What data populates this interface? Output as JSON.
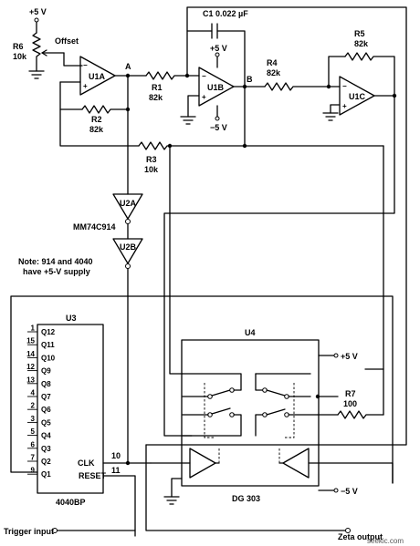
{
  "labels": {
    "supply_top": "+5 V",
    "r6": "R6",
    "r6_val": "10k",
    "offset": "Offset",
    "u1a": "U1A",
    "node_a": "A",
    "r1": "R1",
    "r1_val": "82k",
    "c1": "C1  0.022 µF",
    "u1b": "U1B",
    "u1b_pos": "+5 V",
    "u1b_neg": "−5 V",
    "node_b": "B",
    "r4": "R4",
    "r4_val": "82k",
    "r5": "R5",
    "r5_val": "82k",
    "u1c": "U1C",
    "r2": "R2",
    "r2_val": "82k",
    "r3": "R3",
    "r3_val": "10k",
    "u2a": "U2A",
    "u2_part": "MM74C914",
    "u2b": "U2B",
    "note_line1": "Note: 914 and 4040",
    "note_line2": "have +5-V supply",
    "u3": "U3",
    "u3_part": "4040BP",
    "clk": "CLK",
    "reset": "RESET",
    "pin_clk": "10",
    "pin_reset": "11",
    "u4": "U4",
    "u4_part": "DG 303",
    "u4_pos": "+5 V",
    "u4_neg": "−5 V",
    "r7": "R7",
    "r7_val": "100",
    "trigger": "Trigger input",
    "zeta": "Zeta output",
    "watermark": "seekic.com"
  },
  "u3_pins": [
    {
      "num": "1",
      "name": "Q12"
    },
    {
      "num": "15",
      "name": "Q11"
    },
    {
      "num": "14",
      "name": "Q10"
    },
    {
      "num": "12",
      "name": "Q9"
    },
    {
      "num": "13",
      "name": "Q8"
    },
    {
      "num": "4",
      "name": "Q7"
    },
    {
      "num": "2",
      "name": "Q6"
    },
    {
      "num": "3",
      "name": "Q5"
    },
    {
      "num": "5",
      "name": "Q4"
    },
    {
      "num": "6",
      "name": "Q3"
    },
    {
      "num": "7",
      "name": "Q2"
    },
    {
      "num": "9",
      "name": "Q1"
    }
  ]
}
